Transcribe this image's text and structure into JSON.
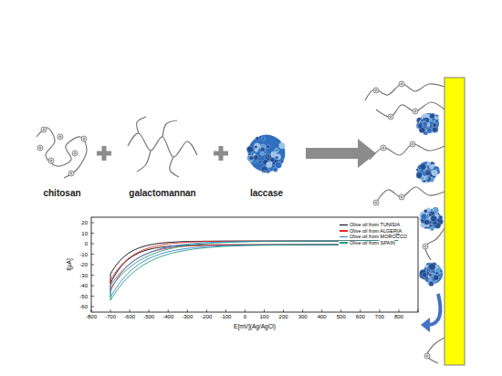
{
  "diagram": {
    "labels": [
      "chitosan",
      "galactomannan",
      "laccase",
      "20",
      "10",
      "0",
      "-10",
      "-20",
      "-30",
      "-40",
      "-50",
      "-60",
      "-800",
      "-700",
      "-600",
      "-500",
      "-400",
      "-300",
      "-200",
      "-100",
      "0",
      "100",
      "200",
      "300",
      "400",
      "500",
      "600",
      "700",
      "800",
      "E[mV](Ag/AgCl)",
      "I[μA]"
    ],
    "legend": [
      {
        "text": "Olive oil from TUNISIA",
        "color": "#000000"
      },
      {
        "text": "Olive oil from ALGERIA",
        "color": "#e8262a"
      },
      {
        "text": "Olive oil from MOROCCO",
        "color": "#2a7fd4"
      },
      {
        "text": "Olive oil from SPAIN",
        "color": "#1d9a7a"
      }
    ]
  }
}
